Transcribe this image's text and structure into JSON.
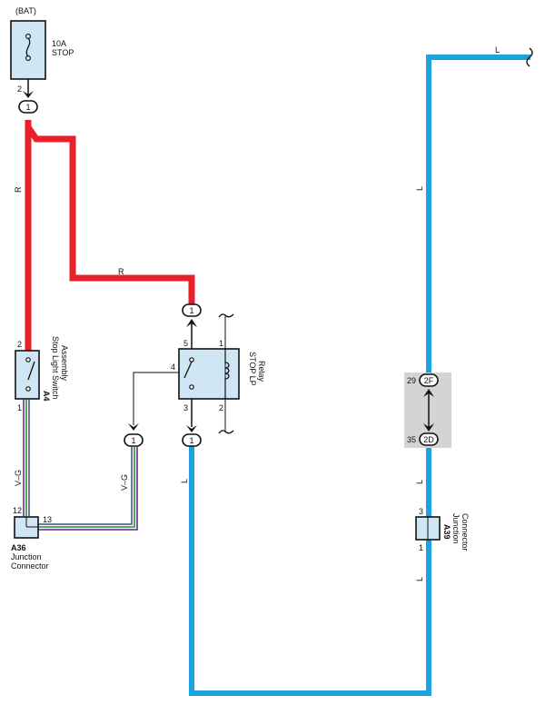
{
  "diagram": {
    "power_source": "(BAT)",
    "fuse": {
      "rating": "10A",
      "name": "STOP",
      "pin": "2"
    },
    "fuse_connector": "1",
    "relay": {
      "name_line1": "STOP LP",
      "name_line2": "Relay",
      "pins": {
        "p1": "1",
        "p2": "2",
        "p3": "3",
        "p4": "4",
        "p5": "5"
      }
    },
    "relay_top_connector": "1",
    "relay_bottom_connector": "1",
    "switch": {
      "code": "A4",
      "name_line1": "Stop Light Switch",
      "name_line2": "Assembly",
      "pin_top": "2",
      "pin_bottom": "1"
    },
    "junction_a36": {
      "code": "A36",
      "name_line1": "Junction",
      "name_line2": "Connector",
      "pin_left": "12",
      "pin_right": "13"
    },
    "vg_connector": "1",
    "junction_a39": {
      "code": "A39",
      "name_line1": "Junction",
      "name_line2": "Connector",
      "pin_top": "3",
      "pin_bottom": "1"
    },
    "inline_connector": {
      "top_code": "2F",
      "top_pin": "29",
      "bottom_code": "2D",
      "bottom_pin": "35"
    },
    "wire_colors": {
      "red_label": "R",
      "blue_label": "L",
      "vg_label": "V–G"
    },
    "colors": {
      "red_wire": "#e8202a",
      "blue_wire": "#1aa3e0",
      "vg_wire_a": "#7a3fa6",
      "vg_wire_b": "#3aa34a",
      "component_fill": "#cfe6f4",
      "inline_box": "#d4d4d4"
    }
  }
}
